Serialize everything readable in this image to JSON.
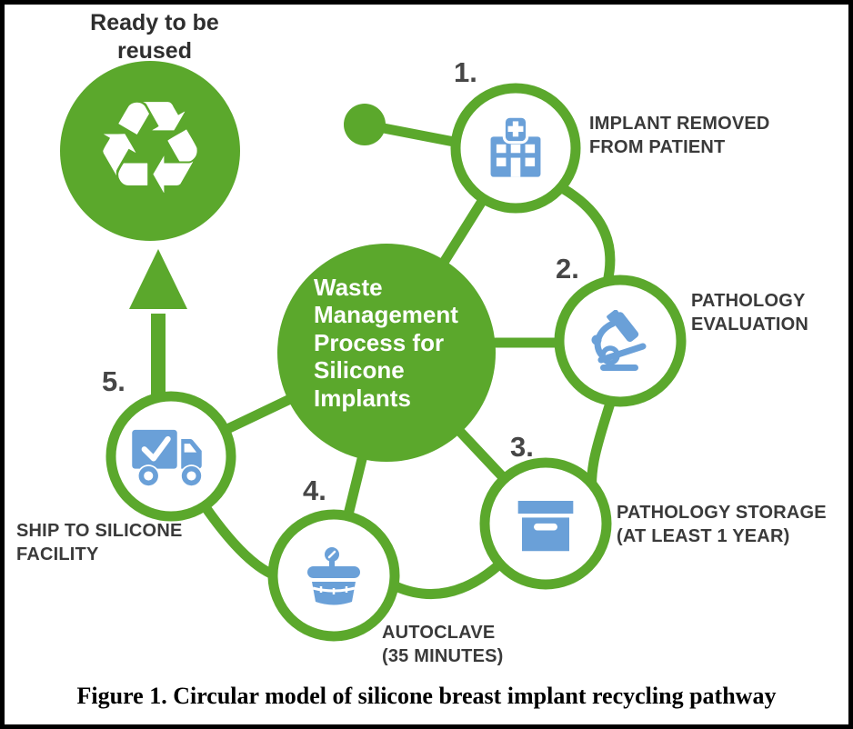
{
  "figure": {
    "ready_label": "Ready to be\nreused",
    "recycle_symbol": "♻",
    "center_title": "Waste\nManagement\nProcess for\nSilicone\nImplants",
    "caption": "Figure 1. Circular model of silicone breast implant recycling pathway",
    "steps": [
      {
        "number": "1.",
        "label": "IMPLANT REMOVED\nFROM PATIENT",
        "icon": "hospital-icon"
      },
      {
        "number": "2.",
        "label": "PATHOLOGY\nEVALUATION",
        "icon": "microscope-icon"
      },
      {
        "number": "3.",
        "label": "PATHOLOGY STORAGE\n(AT LEAST 1 YEAR)",
        "icon": "storage-box-icon"
      },
      {
        "number": "4.",
        "label": "AUTOCLAVE\n(35 MINUTES)",
        "icon": "autoclave-icon"
      },
      {
        "number": "5.",
        "label": "SHIP TO SILICONE\nFACILITY",
        "icon": "delivery-truck-icon"
      }
    ],
    "colors": {
      "green": "#5BA82C",
      "icon_blue": "#6AA0D8",
      "label_dark": "#3A3A3A"
    }
  }
}
